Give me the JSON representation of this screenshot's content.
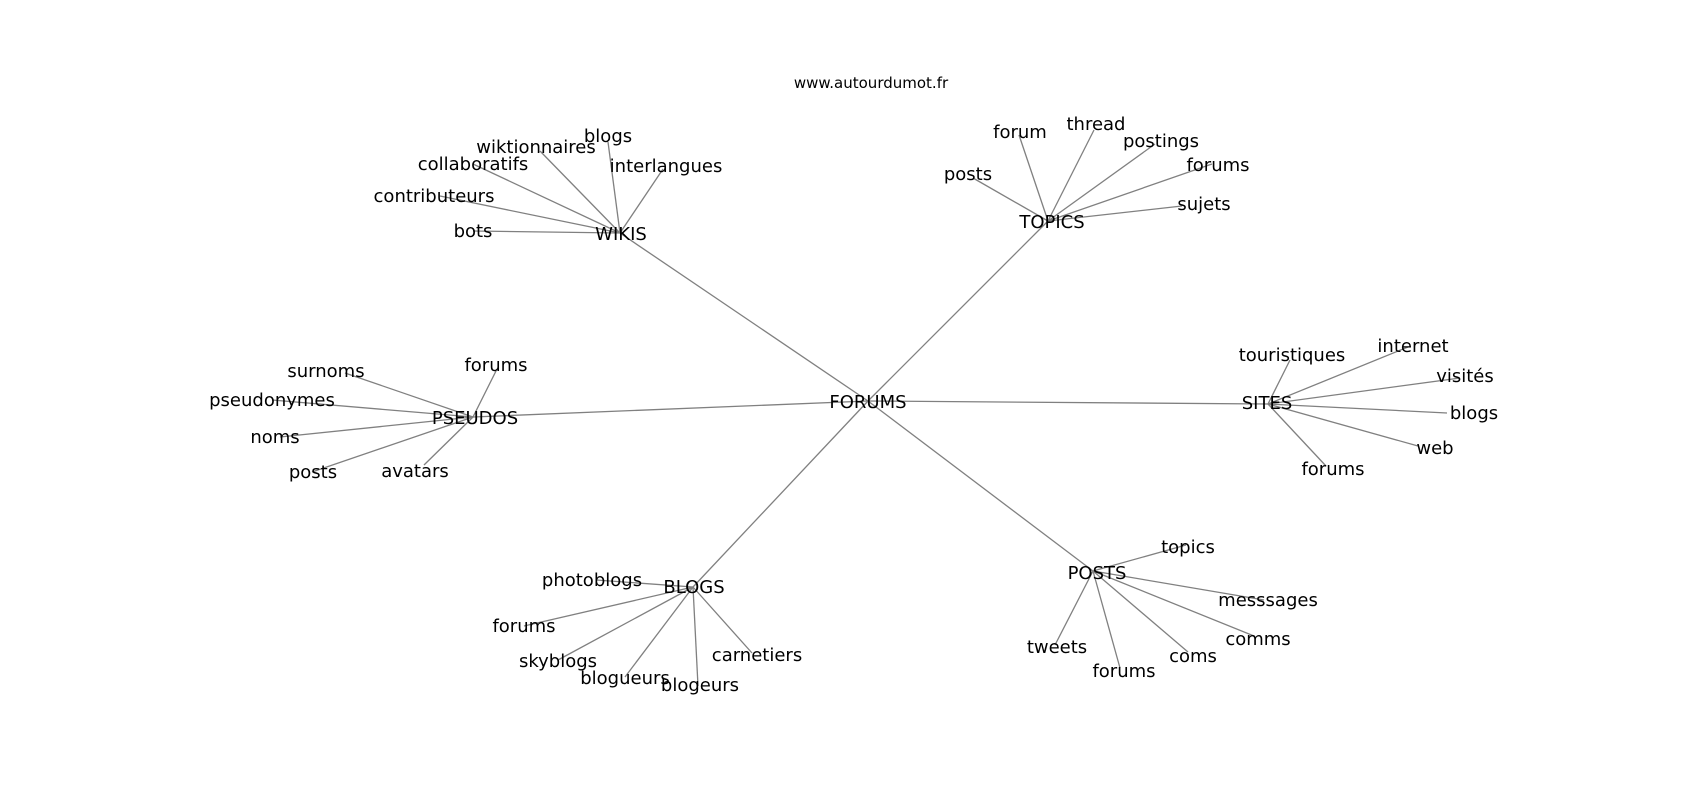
{
  "site": "www.autourdumot.fr",
  "center": "FORUMS",
  "groups": [
    {
      "name": "WIKIS",
      "words": [
        "bots",
        "contributeurs",
        "collaboratifs",
        "wiktionnaires",
        "blogs",
        "interlangues"
      ]
    },
    {
      "name": "TOPICS",
      "words": [
        "posts",
        "forum",
        "thread",
        "postings",
        "forums",
        "sujets"
      ]
    },
    {
      "name": "PSEUDOS",
      "words": [
        "surnoms",
        "pseudonymes",
        "noms",
        "posts",
        "avatars",
        "forums"
      ]
    },
    {
      "name": "SITES",
      "words": [
        "touristiques",
        "internet",
        "visités",
        "blogs",
        "web",
        "forums"
      ]
    },
    {
      "name": "BLOGS",
      "words": [
        "photoblogs",
        "forums",
        "skyblogs",
        "blogueurs",
        "blogeurs",
        "carnetiers"
      ]
    },
    {
      "name": "POSTS",
      "words": [
        "topics",
        "messsages",
        "comms",
        "coms",
        "forums",
        "tweets"
      ]
    }
  ]
}
